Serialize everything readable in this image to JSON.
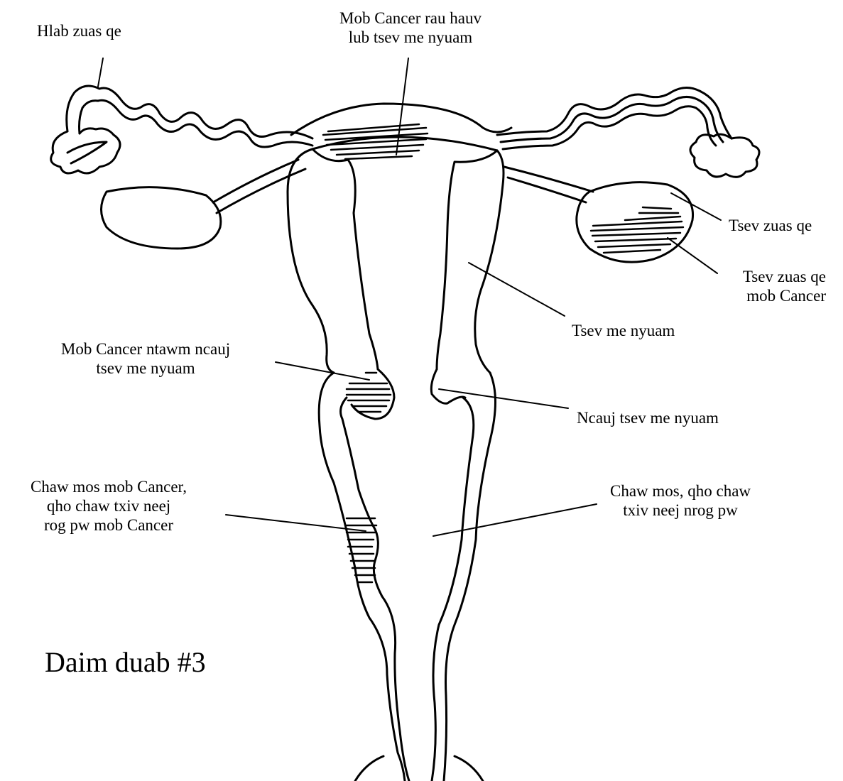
{
  "labels": {
    "fallopian_tube": [
      "Hlab zuas qe"
    ],
    "uterine_body_cancer": [
      "Mob Cancer rau hauv",
      "lub tsev me nyuam"
    ],
    "ovary": [
      "Tsev zuas qe"
    ],
    "ovarian_cancer": [
      "Tsev zuas qe",
      "mob Cancer"
    ],
    "uterus": [
      "Tsev me nyuam"
    ],
    "cervical_cancer": [
      "Mob Cancer ntawm ncauj",
      "tsev me nyuam"
    ],
    "cervix": [
      "Ncauj tsev me nyuam"
    ],
    "vaginal_cancer": [
      "Chaw mos mob Cancer,",
      "qho chaw txiv neej",
      "rog pw mob Cancer"
    ],
    "vagina": [
      "Chaw mos, qho chaw",
      "txiv neej nrog pw"
    ]
  },
  "caption": "Daim duab #3",
  "colors": {
    "ink": "#000000",
    "background": "#ffffff"
  }
}
